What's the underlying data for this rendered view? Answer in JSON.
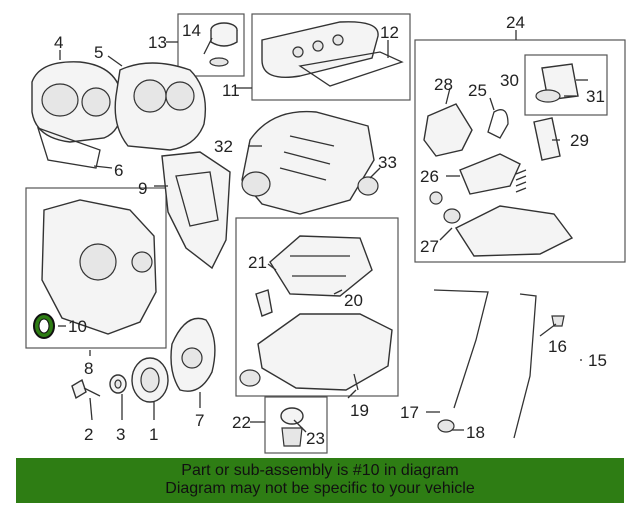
{
  "callouts": {
    "c1": "1",
    "c2": "2",
    "c3": "3",
    "c4": "4",
    "c5": "5",
    "c6": "6",
    "c7": "7",
    "c8": "8",
    "c9": "9",
    "c10": "10",
    "c11": "11",
    "c12": "12",
    "c13": "13",
    "c14": "14",
    "c15": "15",
    "c16": "16",
    "c17": "17",
    "c18": "18",
    "c19": "19",
    "c20": "20",
    "c21": "21",
    "c22": "22",
    "c23": "23",
    "c24": "24",
    "c25": "25",
    "c26": "26",
    "c27": "27",
    "c28": "28",
    "c29": "29",
    "c30": "30",
    "c31": "31",
    "c32": "32",
    "c33": "33"
  },
  "highlight": {
    "part_number": "10",
    "color": "#2e7d14"
  },
  "footer": {
    "line1": "Part or sub-assembly is #10 in diagram",
    "line2": "Diagram may not be specific to your vehicle",
    "background": "#2e7d14"
  }
}
